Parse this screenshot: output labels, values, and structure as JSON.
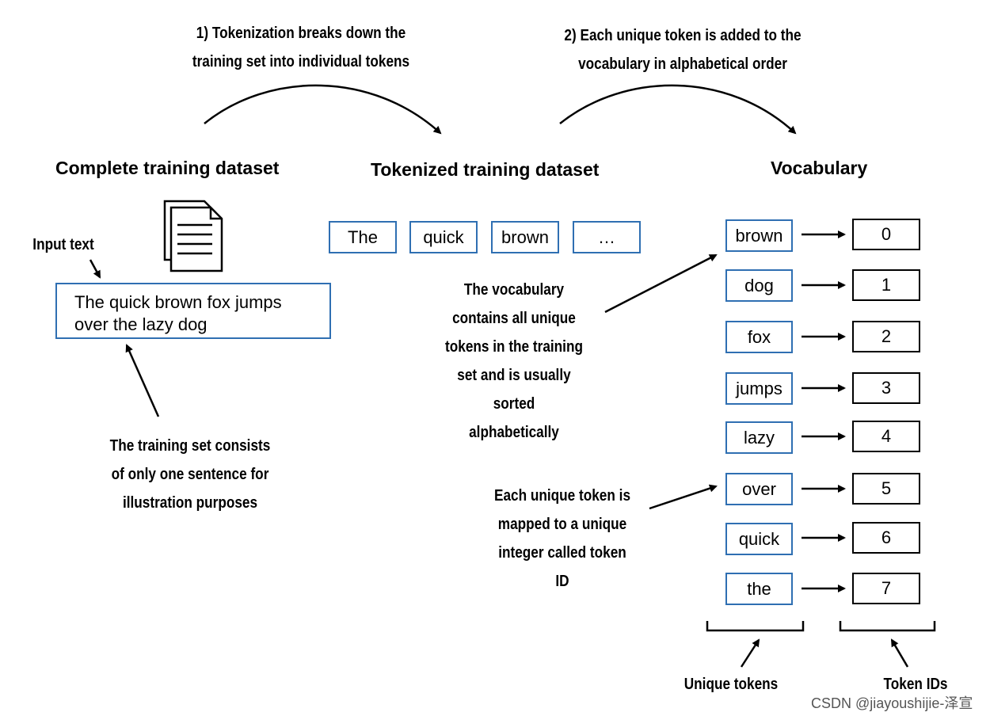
{
  "step1": {
    "line1": "1) Tokenization breaks down the",
    "line2": "training set into individual tokens"
  },
  "step2": {
    "line1": "2) Each unique token is added to the",
    "line2": "vocabulary in alphabetical order"
  },
  "headings": {
    "complete": "Complete training dataset",
    "tokenized": "Tokenized training dataset",
    "vocabulary": "Vocabulary"
  },
  "input_label": "Input text",
  "input_text": {
    "line1": "The quick brown fox jumps",
    "line2": "over the lazy dog"
  },
  "training_note": {
    "line1": "The training set consists",
    "line2": "of only one sentence for",
    "line3": "illustration purposes"
  },
  "tokens": [
    "The",
    "quick",
    "brown",
    "…"
  ],
  "vocab_note": {
    "line1": "The vocabulary",
    "line2": "contains all unique",
    "line3": "tokens in the training",
    "line4": "set and is usually",
    "line5": "sorted",
    "line6": "alphabetically"
  },
  "id_note": {
    "line1": "Each unique token is",
    "line2": "mapped to a unique",
    "line3": "integer called token",
    "line4": "ID"
  },
  "vocab": [
    {
      "token": "brown",
      "id": "0"
    },
    {
      "token": "dog",
      "id": "1"
    },
    {
      "token": "fox",
      "id": "2"
    },
    {
      "token": "jumps",
      "id": "3"
    },
    {
      "token": "lazy",
      "id": "4"
    },
    {
      "token": "over",
      "id": "5"
    },
    {
      "token": "quick",
      "id": "6"
    },
    {
      "token": "the",
      "id": "7"
    }
  ],
  "bottom_labels": {
    "unique_tokens": "Unique tokens",
    "token_ids": "Token IDs"
  },
  "watermark": "CSDN @jiayoushijie-泽宣",
  "colors": {
    "token_border": "#2f6fb2",
    "id_border": "#000000"
  }
}
